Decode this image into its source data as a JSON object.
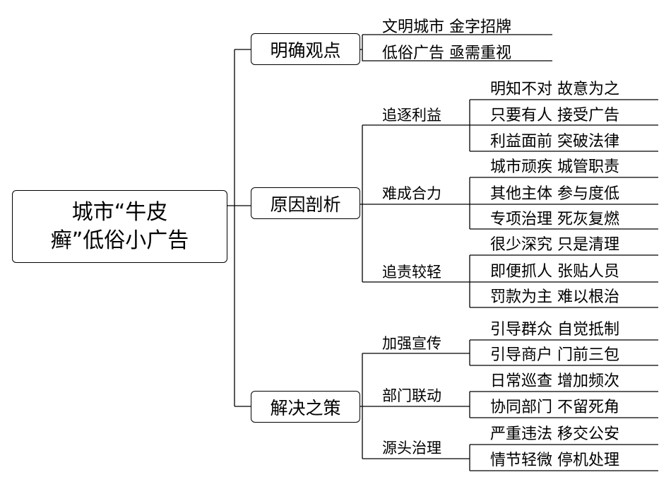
{
  "root": {
    "label": "城市“牛皮\n癣”低俗小广告"
  },
  "branches": [
    {
      "label": "明确观点",
      "leaves": [
        "文明城市 金字招牌",
        "低俗广告 亟需重视"
      ]
    },
    {
      "label": "原因剖析",
      "groups": [
        {
          "label": "追逐利益",
          "leaves": [
            "明知不对 故意为之",
            "只要有人 接受广告",
            "利益面前 突破法律"
          ]
        },
        {
          "label": "难成合力",
          "leaves": [
            "城市顽疾 城管职责",
            "其他主体 参与度低",
            "专项治理 死灰复燃"
          ]
        },
        {
          "label": "追责较轻",
          "leaves": [
            "很少深究 只是清理",
            "即便抓人 张贴人员",
            "罚款为主 难以根治"
          ]
        }
      ]
    },
    {
      "label": "解决之策",
      "groups": [
        {
          "label": "加强宣传",
          "leaves": [
            "引导群众 自觉抵制",
            "引导商户 门前三包"
          ]
        },
        {
          "label": "部门联动",
          "leaves": [
            "日常巡查 增加频次",
            "协同部门 不留死角"
          ]
        },
        {
          "label": "源头治理",
          "leaves": [
            "严重违法 移交公安",
            "情节轻微 停机处理"
          ]
        }
      ]
    }
  ]
}
